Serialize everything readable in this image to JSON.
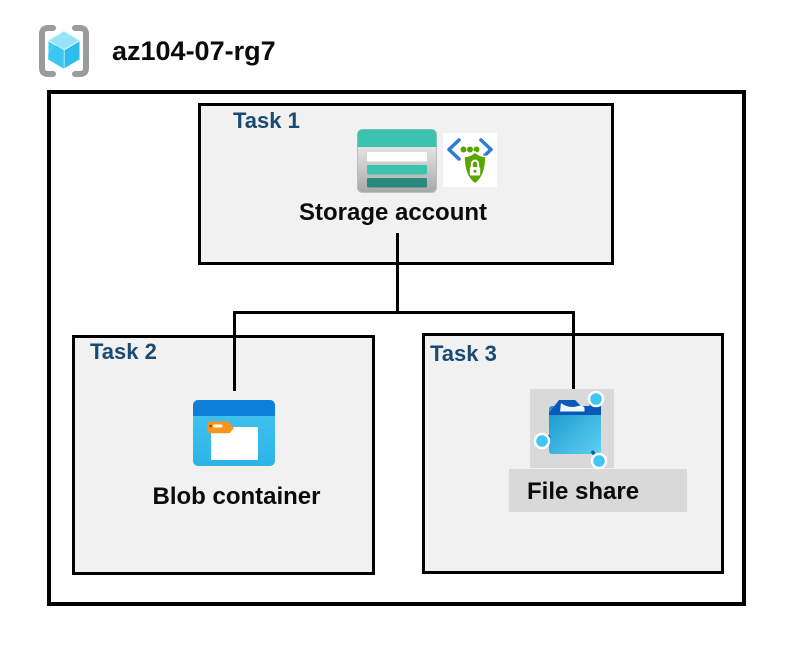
{
  "header": {
    "resource_group_name": "az104-07-rg7"
  },
  "diagram": {
    "tasks": [
      {
        "label": "Task 1",
        "item": "Storage account",
        "icons": [
          "storage-account-icon",
          "secure-access-icon"
        ]
      },
      {
        "label": "Task 2",
        "item": "Blob container",
        "icons": [
          "blob-container-icon"
        ]
      },
      {
        "label": "Task 3",
        "item": "File share",
        "icons": [
          "file-share-icon"
        ]
      }
    ],
    "connections": [
      {
        "from": "Storage account",
        "to": "Blob container"
      },
      {
        "from": "Storage account",
        "to": "File share"
      }
    ]
  },
  "icons": {
    "resource_group": "resource-group-icon",
    "storage_account": "storage-account-icon",
    "secure_access": "secure-access-icon",
    "blob_container": "blob-container-icon",
    "file_share": "file-share-icon"
  },
  "colors": {
    "task_label_navy": "#1B4A71",
    "task_box_fill": "#F1F1F1",
    "border_black": "#000000",
    "storage_teal": "#3CC3B0",
    "storage_teal_dark": "#2A8A7E",
    "blob_header_blue": "#0E80D9",
    "blob_body_cyan": "#3BC0ED",
    "tag_orange": "#F7941E",
    "folder_flap_blue": "#0B57BA",
    "node_cyan": "#3FC6F3",
    "shield_green": "#5AA400",
    "bracket_blue": "#2F7CD0",
    "icon_backdrop_gray": "#D9D9D9",
    "rg_cube_blue": "#45CCF1"
  }
}
